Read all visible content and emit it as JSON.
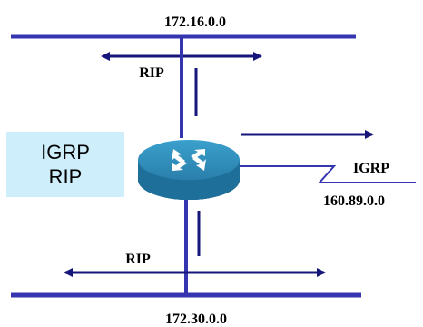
{
  "networks": {
    "top": "172.16.0.0",
    "bottom": "172.30.0.0",
    "right": "160.89.0.0"
  },
  "updates": {
    "top": "RIP",
    "bottom": "RIP",
    "right": "IGRP"
  },
  "router_protocols": [
    "IGRP",
    "RIP"
  ],
  "colors": {
    "line": "#3535b0",
    "arrow": "#15157a",
    "router_top": "#2f8ab6",
    "router_side": "#1e6b95",
    "protocol_box": "#cdeefa"
  },
  "icons": {
    "router": "router-icon"
  }
}
